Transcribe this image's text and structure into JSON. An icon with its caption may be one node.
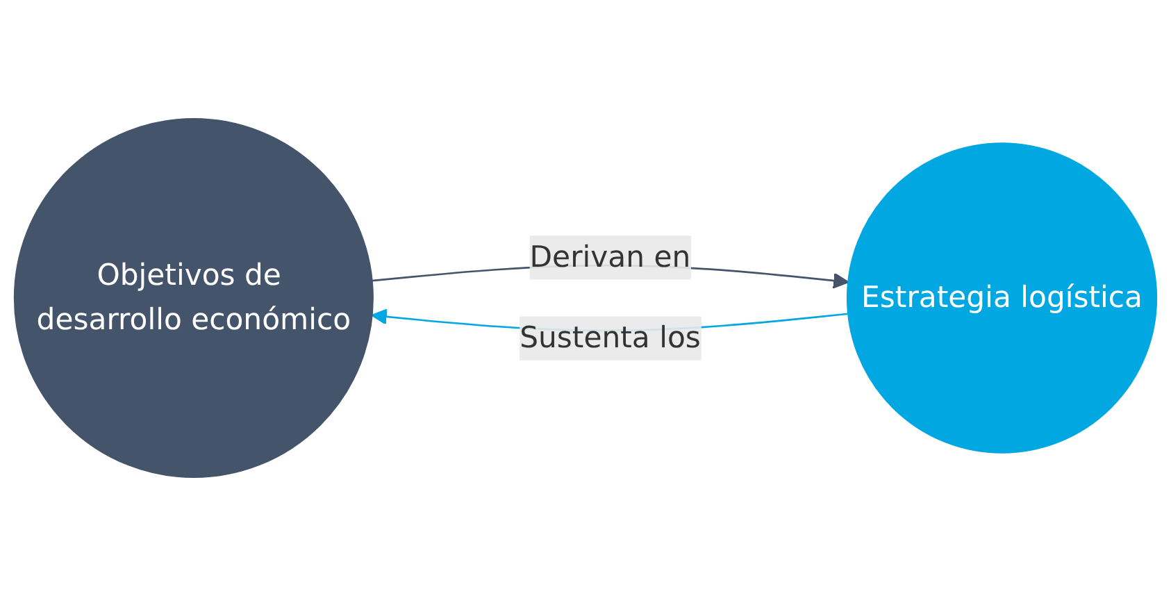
{
  "diagram": {
    "nodes": [
      {
        "text": [
          "Objetivos de desarrollo económico"
        ]
      },
      {
        "text": [
          "Estrategia logística"
        ]
      }
    ],
    "edges": [
      {
        "from": 0,
        "to": 1,
        "label": "Derivan en",
        "arrow": "to",
        "color": "#44546a"
      },
      {
        "from": 1,
        "to": 0,
        "label": "Sustenta los",
        "arrow": "to",
        "color": "#00a7e1"
      }
    ]
  }
}
